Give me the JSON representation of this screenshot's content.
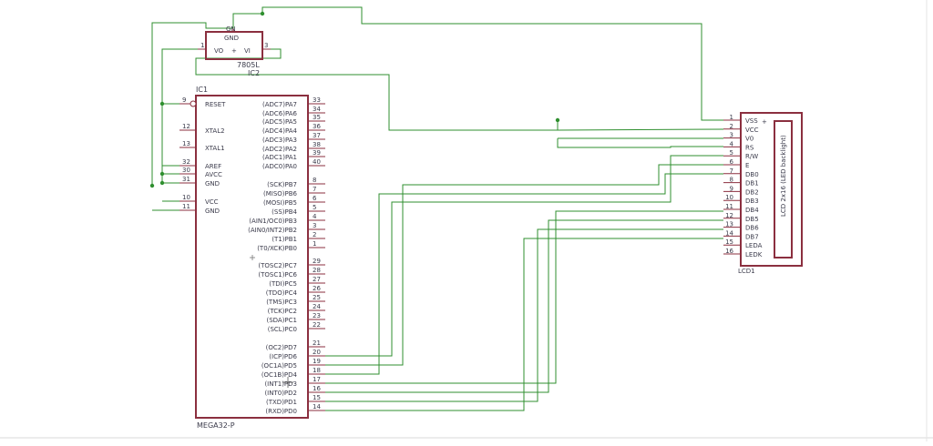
{
  "ic1": {
    "name": "IC1",
    "value": "MEGA32-P",
    "left_pins": [
      {
        "num": "9",
        "label": "RESET"
      },
      {
        "num": "12",
        "label": "XTAL2"
      },
      {
        "num": "13",
        "label": "XTAL1"
      },
      {
        "num": "32",
        "label": "AREF"
      },
      {
        "num": "30",
        "label": "AVCC"
      },
      {
        "num": "31",
        "label": "GND"
      },
      {
        "num": "10",
        "label": "VCC"
      },
      {
        "num": "11",
        "label": "GND"
      }
    ],
    "right_pins": [
      {
        "num": "33",
        "label": "(ADC7)PA7"
      },
      {
        "num": "34",
        "label": "(ADC6)PA6"
      },
      {
        "num": "35",
        "label": "(ADC5)PA5"
      },
      {
        "num": "36",
        "label": "(ADC4)PA4"
      },
      {
        "num": "37",
        "label": "(ADC3)PA3"
      },
      {
        "num": "38",
        "label": "(ADC2)PA2"
      },
      {
        "num": "39",
        "label": "(ADC1)PA1"
      },
      {
        "num": "40",
        "label": "(ADC0)PA0"
      },
      {
        "num": "8",
        "label": "(SCK)PB7"
      },
      {
        "num": "7",
        "label": "(MISO)PB6"
      },
      {
        "num": "6",
        "label": "(MOSI)PB5"
      },
      {
        "num": "5",
        "label": "(SS)PB4"
      },
      {
        "num": "4",
        "label": "(AIN1/OC0)PB3"
      },
      {
        "num": "3",
        "label": "(AIN0/INT2)PB2"
      },
      {
        "num": "2",
        "label": "(T1)PB1"
      },
      {
        "num": "1",
        "label": "(T0/XCK)PB0"
      },
      {
        "num": "29",
        "label": "(TOSC2)PC7"
      },
      {
        "num": "28",
        "label": "(TOSC1)PC6"
      },
      {
        "num": "27",
        "label": "(TDI)PC5"
      },
      {
        "num": "26",
        "label": "(TDO)PC4"
      },
      {
        "num": "25",
        "label": "(TMS)PC3"
      },
      {
        "num": "24",
        "label": "(TCK)PC2"
      },
      {
        "num": "23",
        "label": "(SDA)PC1"
      },
      {
        "num": "22",
        "label": "(SCL)PC0"
      },
      {
        "num": "21",
        "label": "(OC2)PD7"
      },
      {
        "num": "20",
        "label": "(ICP)PD6"
      },
      {
        "num": "19",
        "label": "(OC1A)PD5"
      },
      {
        "num": "18",
        "label": "(OC1B)PD4"
      },
      {
        "num": "17",
        "label": "(INT1)PD3"
      },
      {
        "num": "16",
        "label": "(INT0)PD2"
      },
      {
        "num": "15",
        "label": "(TXD)PD1"
      },
      {
        "num": "14",
        "label": "(RXD)PD0"
      }
    ]
  },
  "ic2": {
    "name": "IC2",
    "value": "7805L",
    "gnd_label": "GND",
    "vo_label": "VO",
    "vi_label": "VI",
    "plus_sign": "+",
    "pin_gnd": "GN",
    "pin_vo": "1",
    "pin_vi": "3"
  },
  "lcd": {
    "name": "LCD1",
    "body_text": "LCD 2x16 (LED backlight)",
    "plus_sign": "+",
    "pins": [
      {
        "num": "1",
        "label": "VSS"
      },
      {
        "num": "2",
        "label": "VCC"
      },
      {
        "num": "3",
        "label": "V0"
      },
      {
        "num": "4",
        "label": "RS"
      },
      {
        "num": "5",
        "label": "R/W"
      },
      {
        "num": "6",
        "label": "E"
      },
      {
        "num": "7",
        "label": "DB0"
      },
      {
        "num": "8",
        "label": "DB1"
      },
      {
        "num": "9",
        "label": "DB2"
      },
      {
        "num": "10",
        "label": "DB3"
      },
      {
        "num": "11",
        "label": "DB4"
      },
      {
        "num": "12",
        "label": "DB5"
      },
      {
        "num": "13",
        "label": "DB6"
      },
      {
        "num": "14",
        "label": "DB7"
      },
      {
        "num": "15",
        "label": "LEDA"
      },
      {
        "num": "16",
        "label": "LEDK"
      }
    ]
  },
  "colors": {
    "wire": "#2f8f2f",
    "part_outline": "#8b2f3f",
    "pin_line": "#8b2f3f",
    "text": "#3a3a4a",
    "background": "#ffffff"
  }
}
